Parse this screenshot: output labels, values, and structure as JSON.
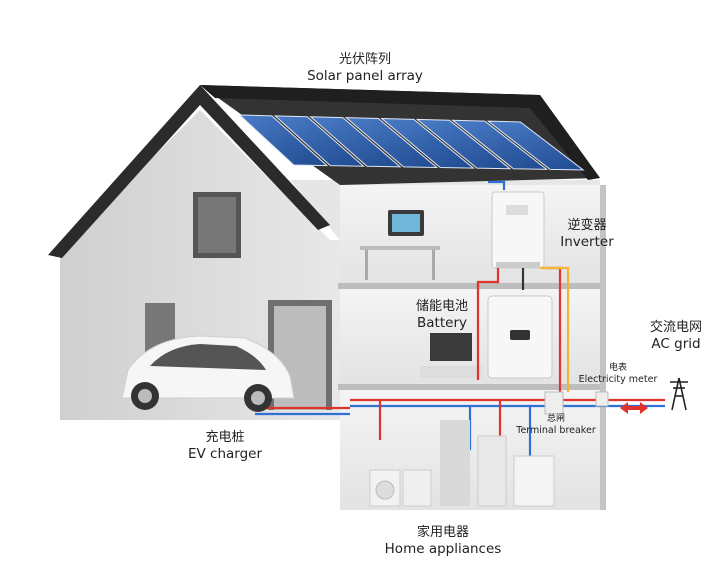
{
  "labels": {
    "solar": {
      "cn": "光伏阵列",
      "en": "Solar panel array"
    },
    "inverter": {
      "cn": "逆变器",
      "en": "Inverter"
    },
    "battery": {
      "cn": "储能电池",
      "en": "Battery"
    },
    "ac_grid": {
      "cn": "交流电网",
      "en": "AC grid"
    },
    "meter": {
      "cn": "电表",
      "en": "Electricity meter"
    },
    "breaker": {
      "cn": "总闸",
      "en": "Terminal breaker"
    },
    "ev_charger": {
      "cn": "充电桩",
      "en": "EV charger"
    },
    "appliances": {
      "cn": "家用电器",
      "en": "Home appliances"
    }
  },
  "colors": {
    "roof": "#2b2b2b",
    "panel": "#2f5fa8",
    "wall": "#dcdcdc",
    "floor": "#cfcfcf",
    "dc_cable": "#e0332b",
    "ac_cable": "#2f6fd6",
    "yellow_cable": "#f2b630",
    "arrow": "#e0332b"
  }
}
